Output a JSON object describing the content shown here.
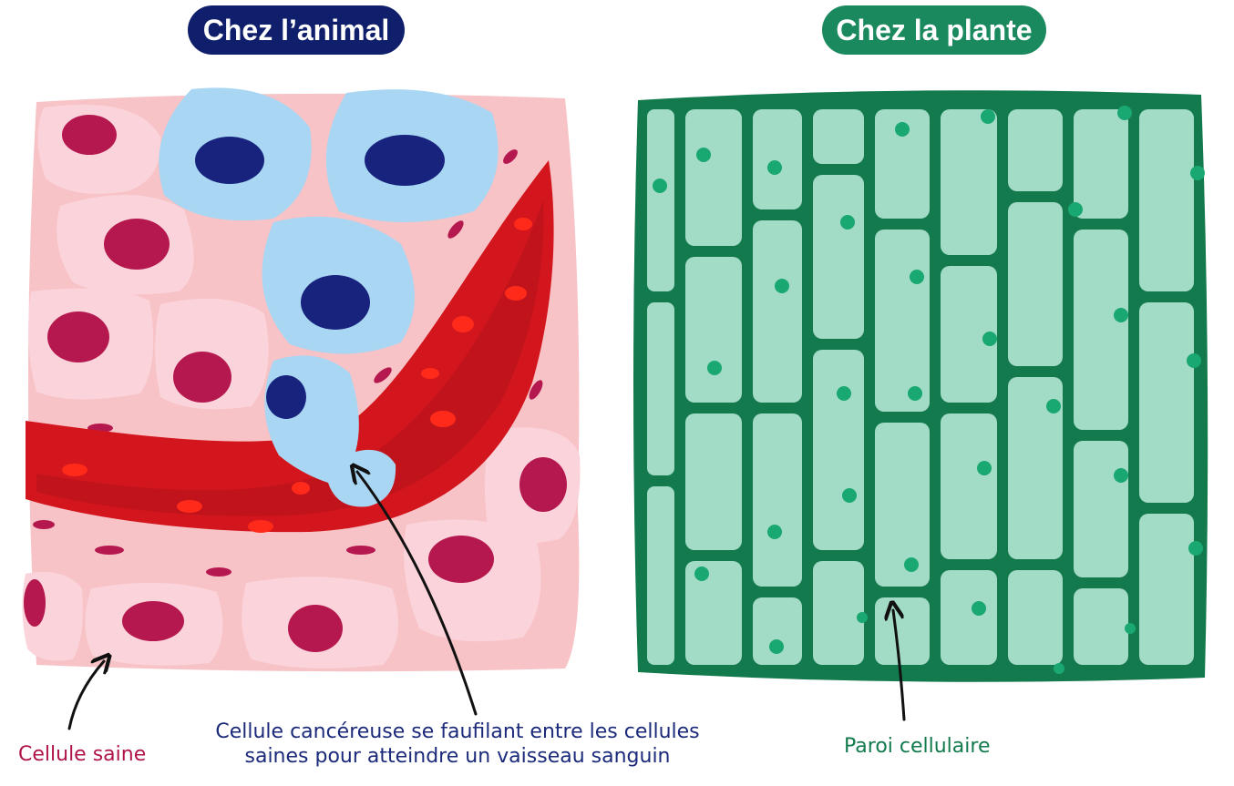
{
  "titles": {
    "animal": "Chez l’animal",
    "plant": "Chez la plante"
  },
  "labels": {
    "healthy_cell": "Cellule saine",
    "cancer_cell_line1": "Cellule cancéreuse se faufilant entre les cellules",
    "cancer_cell_line2": "saines pour atteindre un vaisseau sanguin",
    "cell_wall": "Paroi cellulaire"
  },
  "colors": {
    "animal_title_bg": "#0f1f6b",
    "plant_title_bg": "#1a8a5e",
    "animal_tissue": "#f7c3c6",
    "healthy_cell": "#fbd3da",
    "healthy_nucleus": "#b5184f",
    "cancer_cell": "#a9d6f2",
    "cancer_nucleus": "#17237d",
    "blood_vessel": "#d3161d",
    "plant_wall": "#137a4d",
    "plant_cell": "#a3dcc6",
    "plant_nucleus": "#1aa872",
    "healthy_label": "#b0154a",
    "cancer_label": "#1b2a7a",
    "wall_label": "#137a4d"
  }
}
